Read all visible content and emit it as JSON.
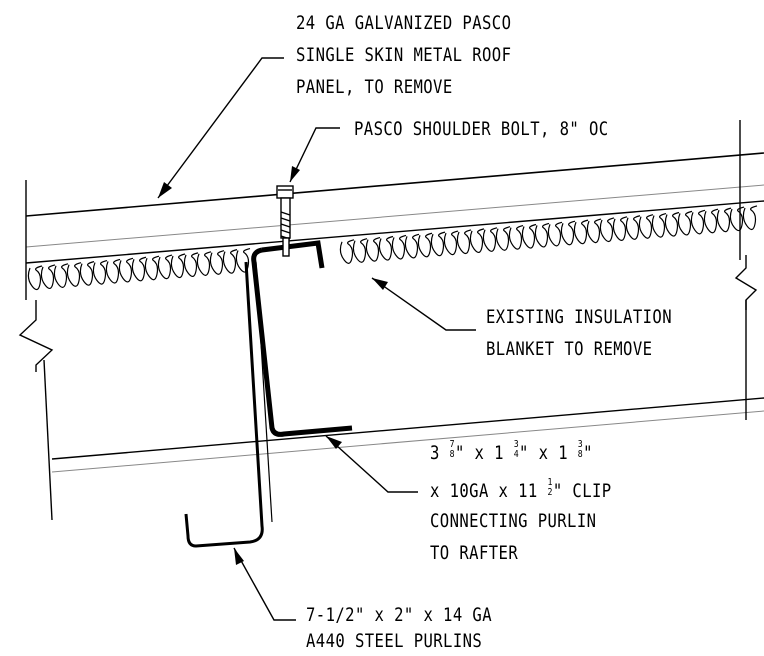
{
  "labels": {
    "panel": [
      "24 GA GALVANIZED PASCO",
      "SINGLE SKIN METAL ROOF",
      "PANEL, TO REMOVE"
    ],
    "bolt": "PASCO SHOULDER BOLT, 8\" OC",
    "insulation": [
      "EXISTING INSULATION",
      "BLANKET TO REMOVE"
    ],
    "clip": {
      "line1_parts": [
        "3 ",
        "7",
        "8",
        "\" x 1 ",
        "3",
        "4",
        "\" x 1 ",
        "3",
        "8",
        "\""
      ],
      "line2_prefix": "x 10GA x 11 ",
      "line2_num": "1",
      "line2_den": "2",
      "line2_suffix": "\" CLIP",
      "line3": "CONNECTING PURLIN",
      "line4": "TO RAFTER"
    },
    "purlin": [
      "7-1/2\" x 2\" x 14 GA",
      "A440 STEEL PURLINS"
    ]
  }
}
